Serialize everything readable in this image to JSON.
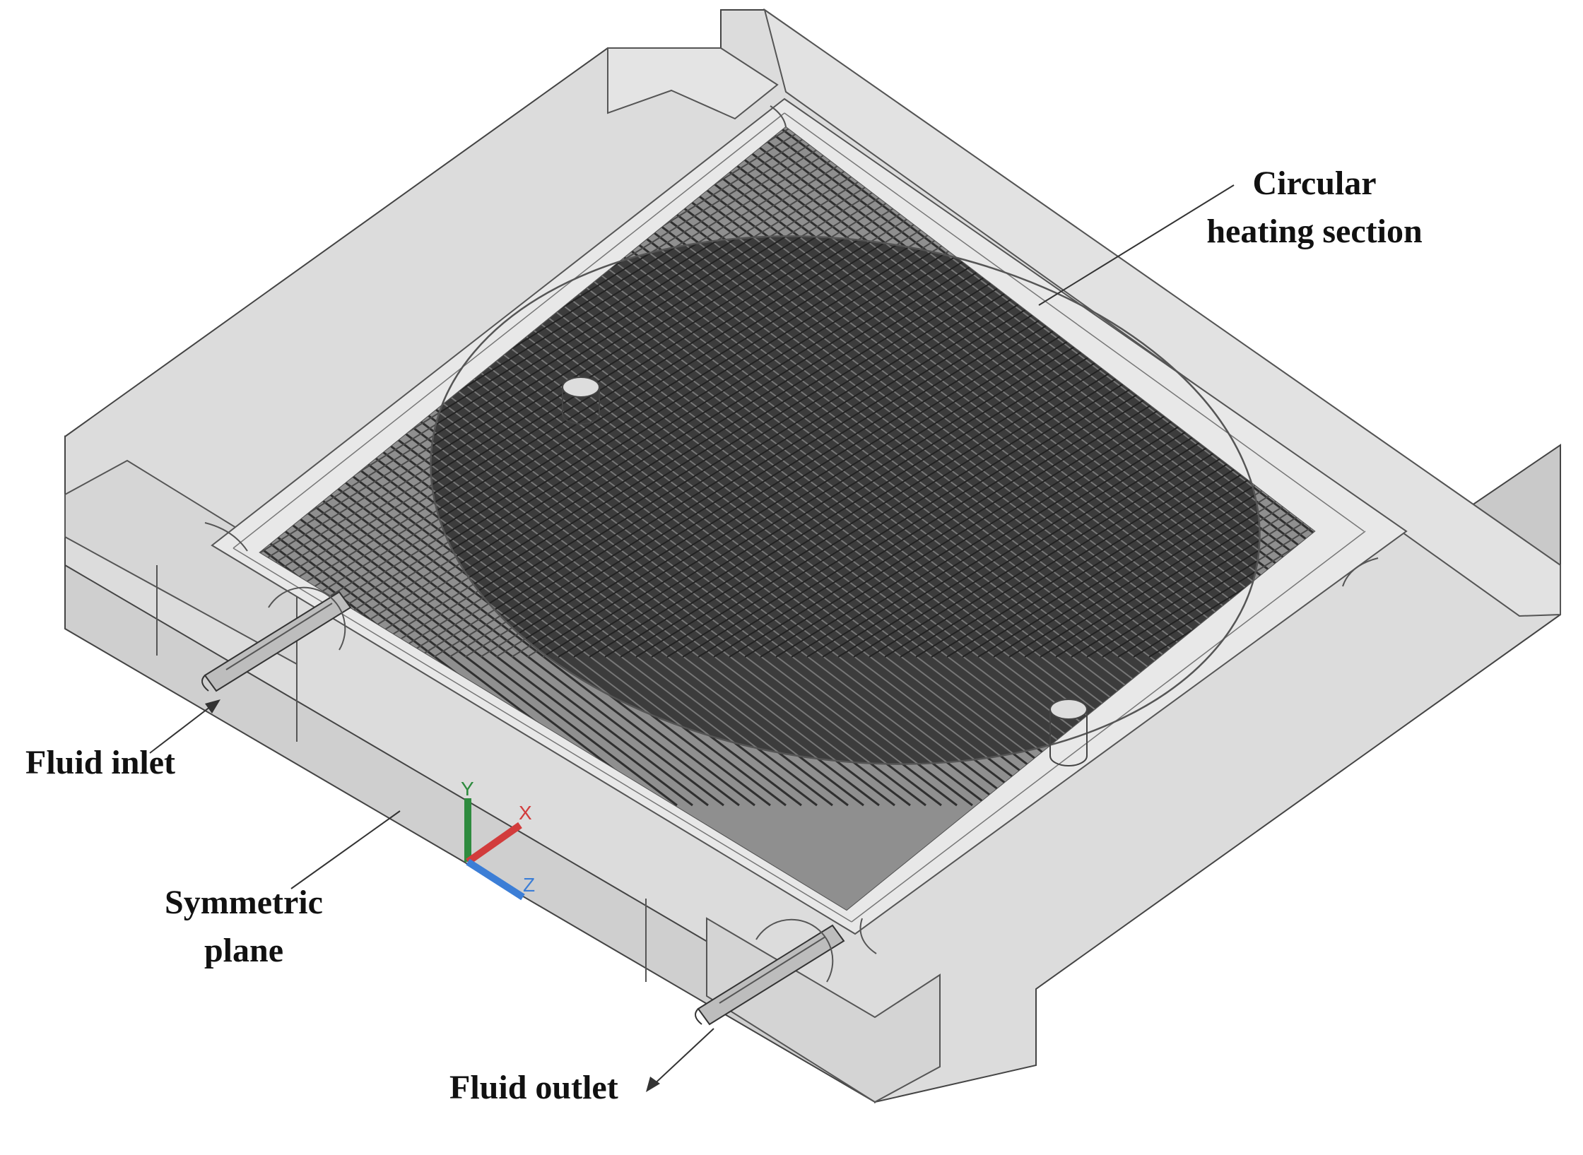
{
  "labels": {
    "heating_line1": "Circular",
    "heating_line2": "heating section",
    "inlet": "Fluid inlet",
    "symmetric_line1": "Symmetric",
    "symmetric_line2": "plane",
    "outlet": "Fluid outlet"
  },
  "axes": {
    "y": "Y",
    "x": "X",
    "z": "Z"
  },
  "colors": {
    "body": "#d9d9d9",
    "body_light": "#e6e6e6",
    "edge": "#444444",
    "fins": "#3a3a3a",
    "axis_y": "#2e8b3e",
    "axis_x": "#d23c3c",
    "axis_z": "#3c7ed6"
  }
}
